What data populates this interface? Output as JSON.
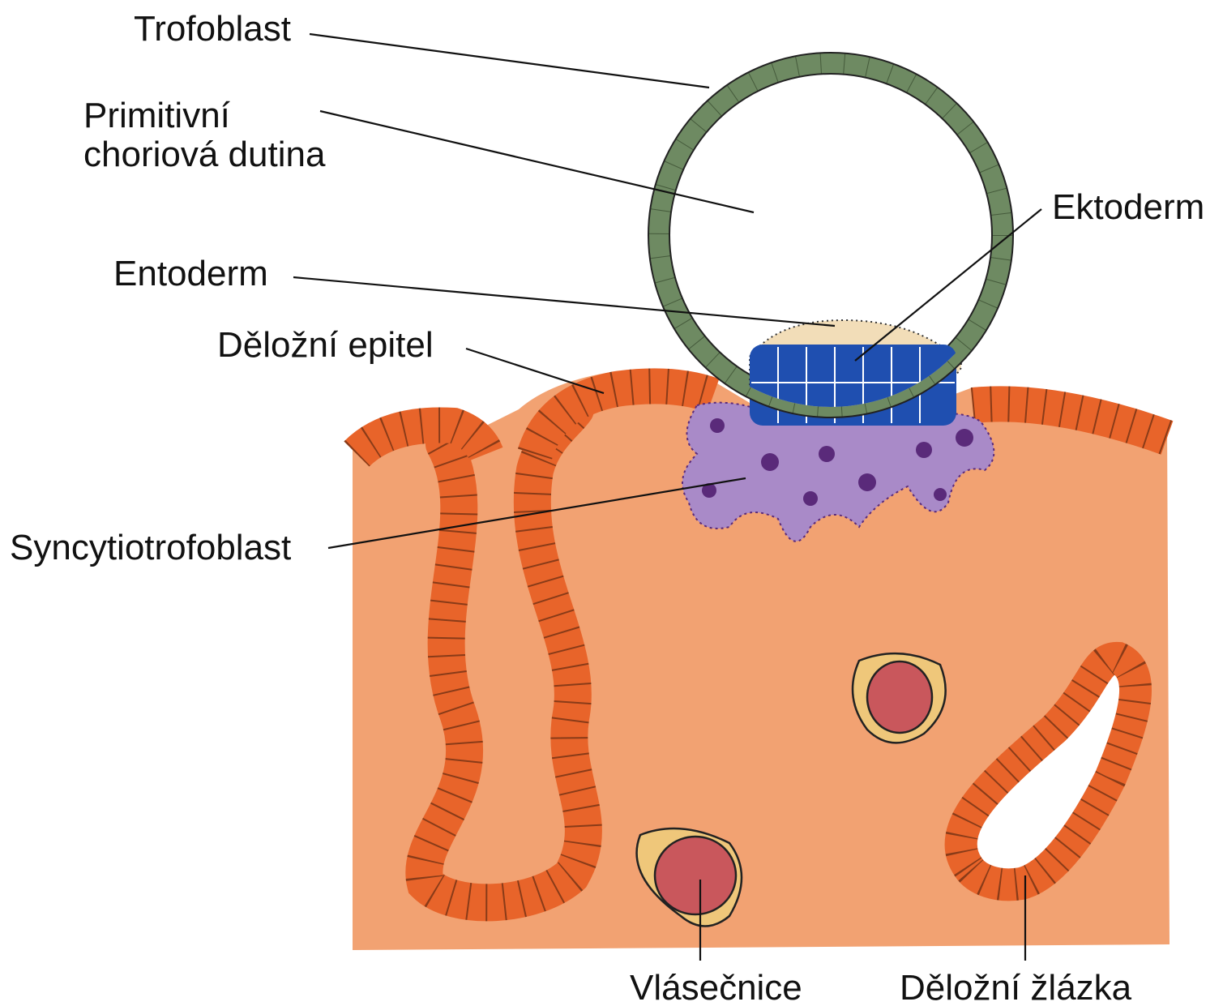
{
  "labels": {
    "trofoblast": "Trofoblast",
    "primitivni_line1": "Primitivní",
    "primitivni_line2": "choriová dutina",
    "ektoderm": "Ektoderm",
    "entoderm": "Entoderm",
    "delozni_epitel": "Děložní epitel",
    "syncytiotrofoblast": "Syncytiotrofoblast",
    "vlasecnice": "Vlásečnice",
    "delozni_zlazka": "Děložní žlázka"
  },
  "colors": {
    "stroma": "#F2A272",
    "epithelium": "#E8642A",
    "trophoblast": "#6E8A62",
    "ectoderm": "#1F4FB0",
    "endoderm": "#F2DDB8",
    "syncytium": "#A98AC8",
    "syncytium_nuclei": "#5A2A7A",
    "capillary_wall": "#EFC77A",
    "blood": "#C9575C"
  }
}
